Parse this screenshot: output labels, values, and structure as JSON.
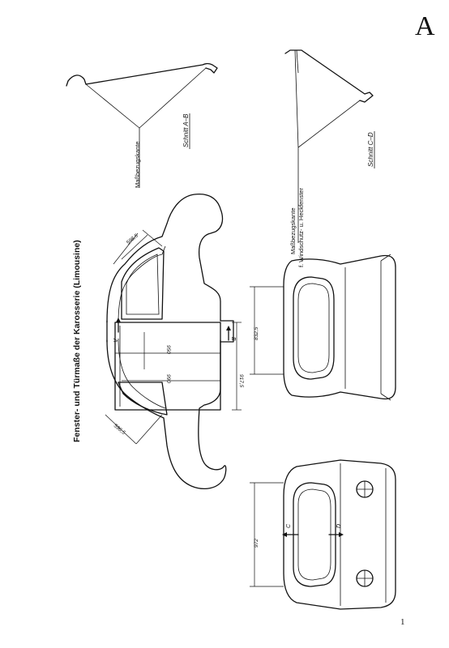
{
  "section_letter": "A",
  "page_number": "1",
  "title": "Fenster- und Türmaße der Karosserie (Limousine)",
  "section_ab": {
    "label": "Schnitt A–B",
    "reference_edge": "Maßbezugskante"
  },
  "section_cd": {
    "label": "Schnitt C–D",
    "reference_edge": "Maßbezugskante",
    "reference_note": "f. Windschutz- u. Heckfenster"
  },
  "dimensions": {
    "top_rear_window": "598,5",
    "door_inner_width": "950",
    "door_outer_width": "990",
    "door_height": "917,5",
    "front_window": "596,5",
    "rear_window_height": "832,5",
    "windshield_height": "972"
  },
  "section_markers": {
    "a": "A",
    "b": "B",
    "c": "C",
    "d": "D"
  }
}
